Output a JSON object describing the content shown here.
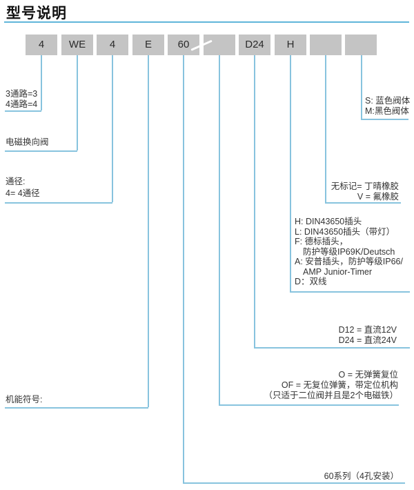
{
  "title": "型号说明",
  "colors": {
    "accent_blue_line": "#87c3de",
    "underline_blue": "#5fb5da",
    "box_gray": "#c4c4c4",
    "text_dark": "#333333"
  },
  "model_boxes": [
    {
      "label": "4"
    },
    {
      "label": "WE"
    },
    {
      "label": "4"
    },
    {
      "label": "E"
    },
    {
      "label": "60"
    },
    {
      "label": ""
    },
    {
      "label": "D24"
    },
    {
      "label": "H"
    },
    {
      "label": ""
    },
    {
      "label": ""
    }
  ],
  "annotations": [
    {
      "id": "ways",
      "lines": [
        "3通路=3",
        "4通路=4"
      ]
    },
    {
      "id": "valve-type",
      "lines": [
        "电磁换向阀"
      ]
    },
    {
      "id": "bore",
      "lines": [
        "通径:",
        "4= 4通径"
      ]
    },
    {
      "id": "function-symbol",
      "lines": [
        "机能符号:"
      ]
    },
    {
      "id": "series",
      "lines": [
        "60系列（4孔安装）"
      ]
    },
    {
      "id": "spring-return",
      "lines": [
        "O = 无弹簧复位",
        "OF = 无复位弹簧，带定位机构",
        "（只适于二位阀并且是2个电磁铁）"
      ]
    },
    {
      "id": "voltage",
      "lines": [
        "D12 = 直流12V",
        "D24 = 直流24V"
      ]
    },
    {
      "id": "connector-type",
      "lines": [
        "H: DIN43650插头",
        "L: DIN43650插头（带灯）",
        "F: 德标插头，",
        "防护等级IP69K/Deutsch",
        "A: 安普插头，防护等级IP66/",
        "AMP Junior-Timer",
        "D：双线"
      ]
    },
    {
      "id": "seal-material",
      "lines": [
        "无标记= 丁晴橡胶",
        "V = 氟橡胶"
      ]
    },
    {
      "id": "body-color",
      "lines": [
        "S: 蓝色阀体",
        "M:黑色阀体"
      ]
    }
  ]
}
